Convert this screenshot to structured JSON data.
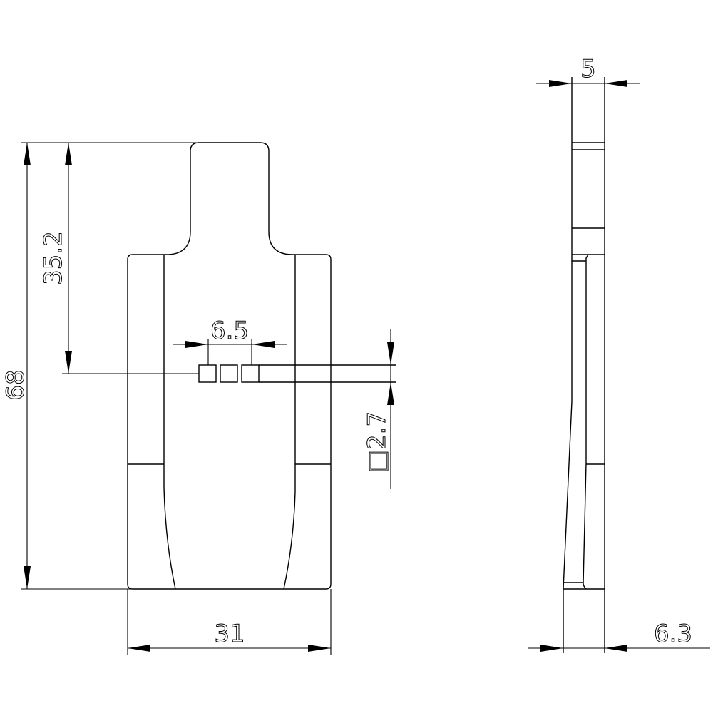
{
  "drawing": {
    "type": "technical-drawing",
    "views": [
      "front-view",
      "side-view"
    ],
    "stroke_color": "#000000",
    "background": "#ffffff"
  },
  "dimensions": {
    "overall_height": "68",
    "tab_to_slot_height": "35.2",
    "slot_pitch_width": "6.5",
    "square_size": "□2.7",
    "overall_width": "31",
    "side_thickness_top": "5",
    "side_thickness_bottom": "6.3"
  }
}
